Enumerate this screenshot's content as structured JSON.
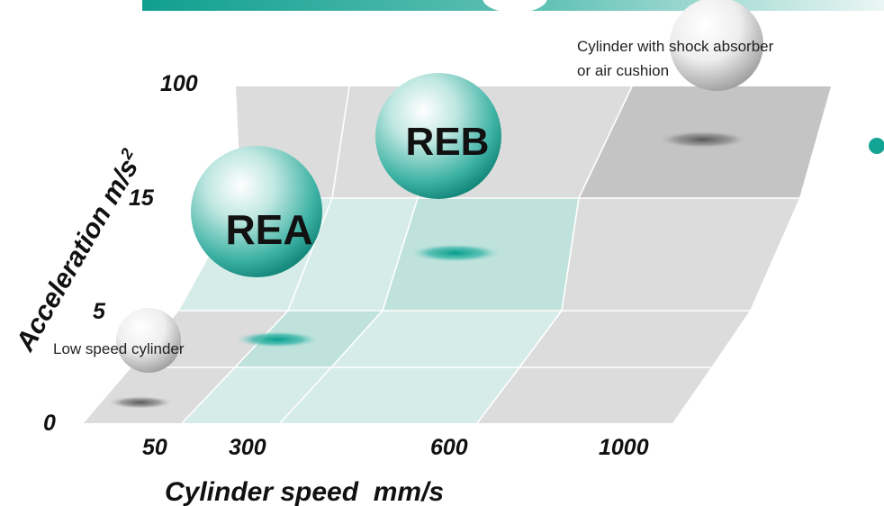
{
  "diagram": {
    "y_axis": {
      "title": "Acceleration m/s",
      "superscript": "2",
      "ticks": [
        "100",
        "15",
        "5",
        "0"
      ]
    },
    "x_axis": {
      "title": "Cylinder speed  mm/s",
      "ticks": [
        "50",
        "300",
        "600",
        "1000"
      ]
    },
    "items": [
      {
        "label": "REA"
      },
      {
        "label": "REB"
      }
    ],
    "notes": {
      "low_speed": "Low speed cylinder",
      "shock_line1": "Cylinder with shock absorber",
      "shock_line2": "or air cushion"
    },
    "colors": {
      "teal": "#0aa89a",
      "highlight": "#d6ece8",
      "highlight_dark": "#bfe2dc",
      "grey_cell": "#dcdcdc",
      "grey_dark": "#c4c4c4",
      "banner": "#12a595"
    }
  }
}
